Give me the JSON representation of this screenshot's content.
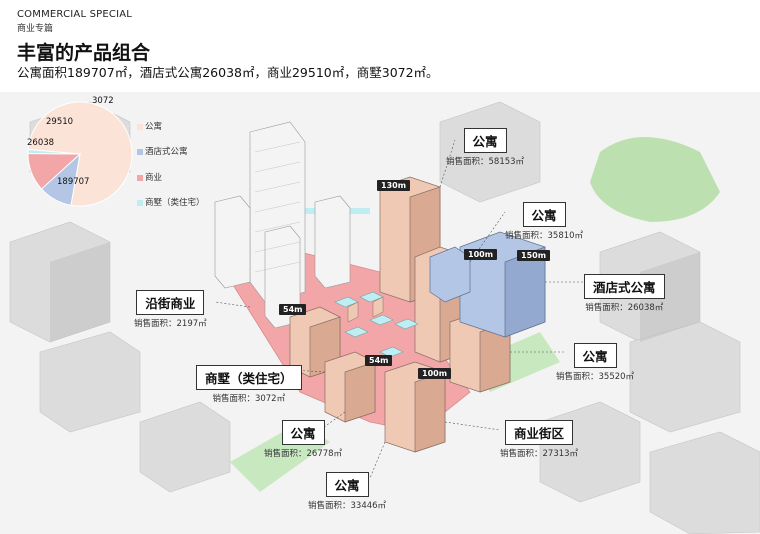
{
  "header": {
    "en": "COMMERCIAL SPECIAL",
    "cn": "商业专篇",
    "title": "丰富的产品组合",
    "subtitle": "公寓面积189707㎡，酒店式公寓26038㎡，商业29510㎡，商墅3072㎡。"
  },
  "pie": {
    "slices": [
      {
        "label": "189707",
        "value": 189707,
        "color": "#fbe3d8",
        "legend": "公寓"
      },
      {
        "label": "26038",
        "value": 26038,
        "color": "#b3c6e6",
        "legend": "酒店式公寓"
      },
      {
        "label": "29510",
        "value": 29510,
        "color": "#f2a6a8",
        "legend": "商业"
      },
      {
        "label": "3072",
        "value": 3072,
        "color": "#bfeef2",
        "legend": "商墅（类住宅）"
      }
    ]
  },
  "callouts": {
    "apt1": {
      "name": "公寓",
      "area": "销售面积：58153㎡"
    },
    "apt2": {
      "name": "公寓",
      "area": "销售面积：35810㎡"
    },
    "hotel": {
      "name": "酒店式公寓",
      "area": "销售面积：26038㎡"
    },
    "apt3": {
      "name": "公寓",
      "area": "销售面积：35520㎡"
    },
    "street_retail": {
      "name": "沿街商业",
      "area": "销售面积：2197㎡"
    },
    "villa": {
      "name": "商墅（类住宅）",
      "area": "销售面积：3072㎡"
    },
    "apt4": {
      "name": "公寓",
      "area": "销售面积：26778㎡"
    },
    "block": {
      "name": "商业街区",
      "area": "销售面积：27313㎡"
    },
    "apt5": {
      "name": "公寓",
      "area": "销售面积：33446㎡"
    }
  },
  "heights": {
    "h130": "130m",
    "h100a": "100m",
    "h150": "150m",
    "h54a": "54m",
    "h54b": "54m",
    "h100b": "100m"
  },
  "colors": {
    "apartment": "#f0c9b4",
    "hotel": "#b3c6e6",
    "retail": "#f2a6a8",
    "villa_roof": "#bfeef2",
    "green": "#c8e8c0"
  }
}
